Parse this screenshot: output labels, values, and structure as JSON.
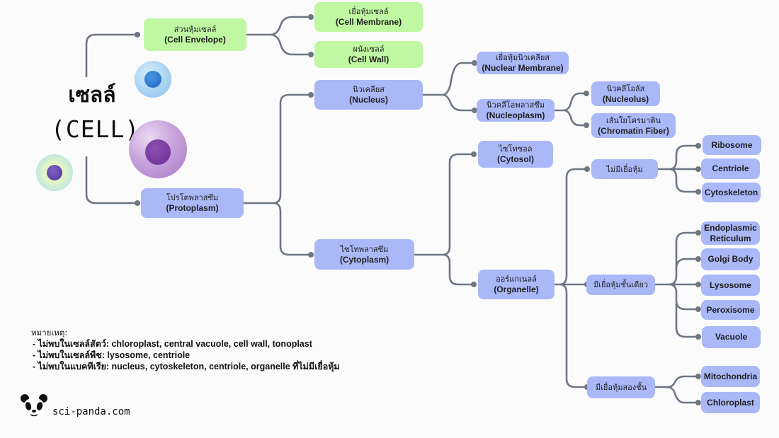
{
  "root": {
    "title_th": "เซลล์",
    "title_en": "(CELL)"
  },
  "nodes": {
    "cell_envelope": {
      "th": "ส่วนหุ้มเซลล์",
      "en": "(Cell Envelope)"
    },
    "cell_membrane": {
      "th": "เยื่อหุ้มเซลล์",
      "en": "(Cell Membrane)"
    },
    "cell_wall": {
      "th": "ผนังเซลล์",
      "en": "(Cell Wall)"
    },
    "protoplasm": {
      "th": "โปรโตพลาสซึม",
      "en": "(Protoplasm)"
    },
    "nucleus": {
      "th": "นิวเคลียส",
      "en": "(Nucleus)"
    },
    "nuclear_membrane": {
      "th": "เยื่อหุ้มนิวเคลียส",
      "en": "(Nuclear Membrane)"
    },
    "nucleoplasm": {
      "th": "นิวคลีโอพลาสซึม",
      "en": "(Nucleoplasm)"
    },
    "nucleolus": {
      "th": "นิวคลีโอลัส",
      "en": "(Nucleolus)"
    },
    "chromatin": {
      "th": "เส้นใยโครมาติน",
      "en": "(Chromatin Fiber)"
    },
    "cytoplasm": {
      "th": "ไซโทพลาสซึม",
      "en": "(Cytoplasm)"
    },
    "cytosol": {
      "th": "ไซโทซอล",
      "en": "(Cytosol)"
    },
    "organelle": {
      "th": "ออร์แกเนลล์",
      "en": "(Organelle)"
    },
    "no_membrane": {
      "th": "ไม่มีเยื่อหุ้ม"
    },
    "single_membrane": {
      "th": "มีเยื่อหุ้มชั้นเดียว"
    },
    "double_membrane": {
      "th": "มีเยื่อหุ้มสองชั้น"
    },
    "ribosome": {
      "en": "Ribosome"
    },
    "centriole": {
      "en": "Centriole"
    },
    "cytoskeleton": {
      "en": "Cytoskeleton"
    },
    "er": {
      "en1": "Endoplasmic",
      "en2": "Reticulum"
    },
    "golgi": {
      "en": "Golgi Body"
    },
    "lysosome": {
      "en": "Lysosome"
    },
    "peroxisome": {
      "en": "Peroxisome"
    },
    "vacuole": {
      "en": "Vacuole"
    },
    "mitochondria": {
      "en": "Mitochondria"
    },
    "chloroplast": {
      "en": "Chloroplast"
    }
  },
  "notes": {
    "heading": "หมายเหตุ:",
    "lines": [
      "- ไม่พบในเซลล์สัตว์: chloroplast, central vacuole, cell wall, tonoplast",
      "- ไม่พบในเซลล์พืช: lysosome, centriole",
      "- ไม่พบในแบคทีเรีย: nucleus, cytoskeleton, centriole, organelle ที่ไม่มีเยื่อหุ้ม"
    ]
  },
  "brand": {
    "site": "sci-panda.com"
  },
  "colors": {
    "envelope_fill": "#bff7a2",
    "protoplasm_fill": "#aab8f8",
    "connector": "#6e7684"
  }
}
